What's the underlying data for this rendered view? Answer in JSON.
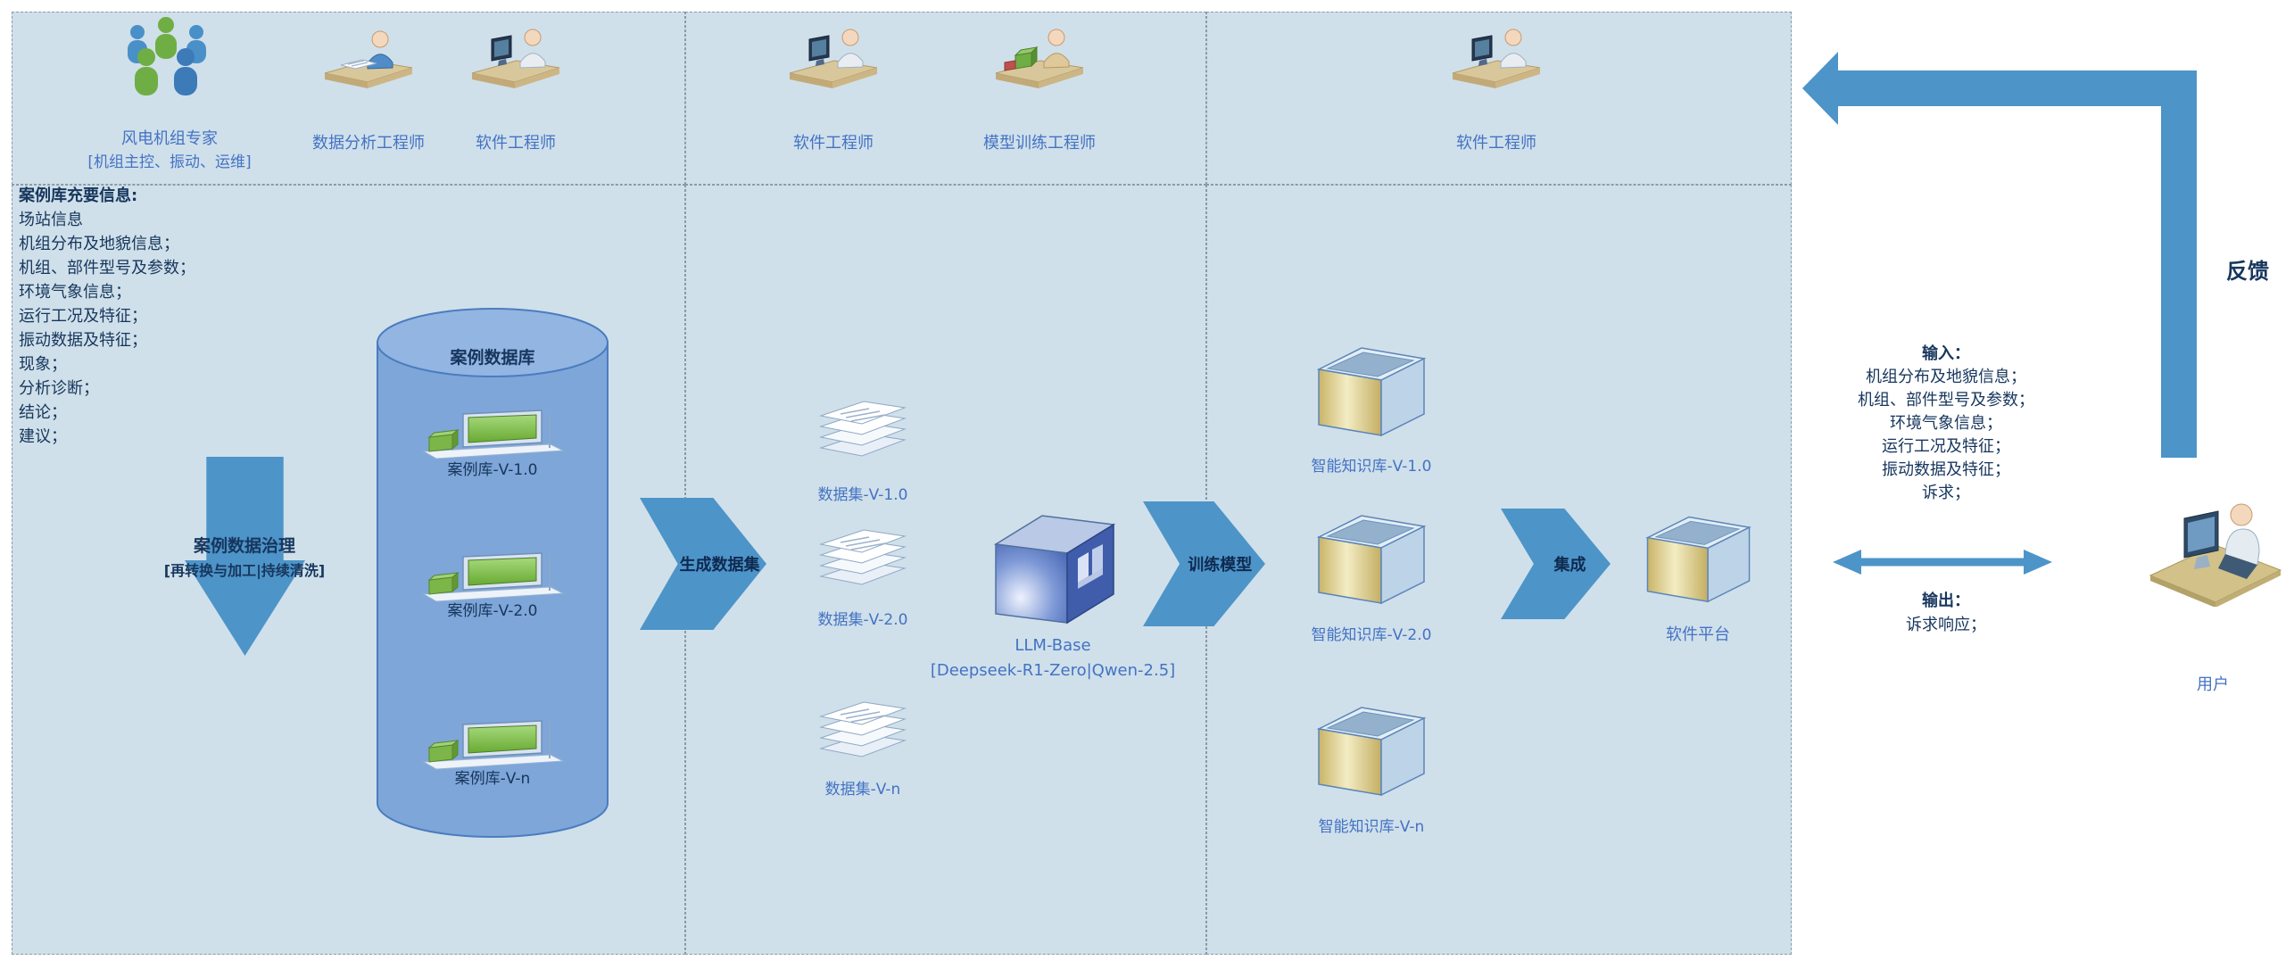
{
  "colors": {
    "panel_bg": "#cfe0ea",
    "arrow_blue": "#4d94c8",
    "label_blue": "#4472c4",
    "text_dark": "#17365d",
    "cylinder_fill": "#7ea6d8",
    "box_yellow": "#e8dca0",
    "green_accent": "#6fae44"
  },
  "roles": {
    "expert": {
      "label": "风电机组专家",
      "sublabel": "[机组主控、振动、运维]"
    },
    "data_analyst": "数据分析工程师",
    "software_engineer_1": "软件工程师",
    "software_engineer_2": "软件工程师",
    "model_trainer": "模型训练工程师",
    "software_engineer_3": "软件工程师"
  },
  "case_panel": {
    "info_title": "案例库充要信息:",
    "info_lines": [
      "场站信息",
      "机组分布及地貌信息；",
      "机组、部件型号及参数；",
      "环境气象信息；",
      "运行工况及特征；",
      "振动数据及特征；",
      "现象；",
      "分析诊断；",
      "结论；",
      "建议；"
    ],
    "governance_arrow": {
      "line1": "案例数据治理",
      "line2": "[再转换与加工|持续清洗]"
    },
    "db_title": "案例数据库",
    "db_versions": [
      "案例库-V-1.0",
      "案例库-V-2.0",
      "案例库-V-n"
    ],
    "generate_arrow": "生成数据集"
  },
  "dataset_panel": {
    "datasets": [
      "数据集-V-1.0",
      "数据集-V-2.0",
      "数据集-V-n"
    ],
    "llm": {
      "label": "LLM-Base",
      "sublabel": "[Deepseek-R1-Zero|Qwen-2.5]"
    },
    "train_arrow": "训练模型"
  },
  "kb_panel": {
    "kbs": [
      "智能知识库-V-1.0",
      "智能知识库-V-2.0",
      "智能知识库-V-n"
    ],
    "integrate_arrow": "集成",
    "platform": "软件平台"
  },
  "interaction": {
    "feedback": "反馈",
    "input_title": "输入：",
    "input_lines": [
      "机组分布及地貌信息；",
      "机组、部件型号及参数；",
      "环境气象信息；",
      "运行工况及特征；",
      "振动数据及特征；",
      "诉求；"
    ],
    "output_title": "输出：",
    "output_line": "诉求响应；",
    "user": "用户"
  },
  "icons": {
    "expert-group-icon": "group-of-people",
    "data-analyst-icon": "person-at-desk-with-document",
    "software-engineer-icon": "person-at-computer-desk",
    "model-trainer-icon": "person-at-desk-with-boxes",
    "case-db-server-icon": "green-screen-terminal",
    "dataset-icon": "stacked-sheets",
    "llm-box-icon": "blue-3d-cube",
    "knowledge-box-icon": "yellow-3d-crate",
    "software-platform-icon": "yellow-3d-crate",
    "user-icon": "person-at-workstation"
  }
}
